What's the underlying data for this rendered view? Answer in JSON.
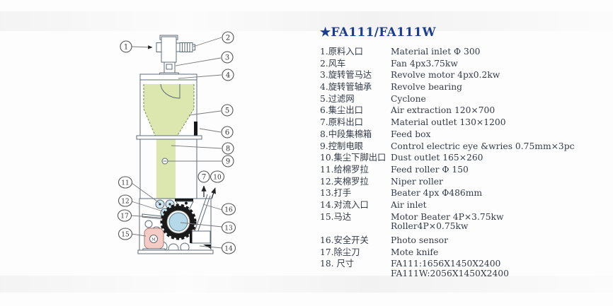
{
  "page": {
    "title": "★FA111/FA111W",
    "accent_color": "#1b3d91"
  },
  "spec_list": {
    "items": [
      {
        "label": "1.原料入口",
        "value": "Material inlet  Φ 300"
      },
      {
        "label": "2.风车",
        "value": "Fan 4px3.75kw"
      },
      {
        "label": "3.旋转管马达",
        "value": "Revolve motor 4px0.2kw"
      },
      {
        "label": "4.旋转管轴承",
        "value": "Revolve bearing"
      },
      {
        "label": "5.过滤网",
        "value": "Cyclone"
      },
      {
        "label": "6.集尘出口",
        "value": "Air extraction 120×700"
      },
      {
        "label": "7.原料出口",
        "value": "Material outlet 130×1200"
      },
      {
        "label": "8.中段集棉箱",
        "value": "Feed box"
      },
      {
        "label": "9.控制电眼",
        "value": "Control electric eye &wries 0.75mm×3pc"
      },
      {
        "label": "10.集尘下脚出口",
        "value": "Dust outlet 165×260"
      },
      {
        "label": "11.给棉罗拉",
        "value": "Feed roller  Φ 150"
      },
      {
        "label": "12.夹棉罗拉",
        "value": "Niper roller"
      },
      {
        "label": "13.打手",
        "value": "Beater 4px Φ486mm"
      },
      {
        "label": "14.对流入口",
        "value": "Air inlet"
      },
      {
        "label": "15.马达",
        "value": "Motor Beater 4P×3.75kw",
        "value2": "Roller4P×0.75kw"
      },
      {
        "label": "16.安全开关",
        "value": "Photo sensor"
      },
      {
        "label": "17.除尘刀",
        "value": "Mote knife"
      },
      {
        "label": "18. 尺寸",
        "value": "FA111:1656X1450X2400",
        "value2": "FA111W:2056X1450X2400"
      }
    ]
  },
  "diagram": {
    "callouts": [
      "1",
      "2",
      "3",
      "4",
      "5",
      "6",
      "7",
      "8",
      "9",
      "10",
      "11",
      "12",
      "13",
      "14",
      "15",
      "16",
      "17"
    ],
    "motor_label": "M",
    "colors": {
      "hopper_green": "#dbe7ae",
      "motor_pink": "#f5cbc5",
      "beater_blue": "#b5d9e9",
      "line_gray": "#5f6b74"
    }
  }
}
